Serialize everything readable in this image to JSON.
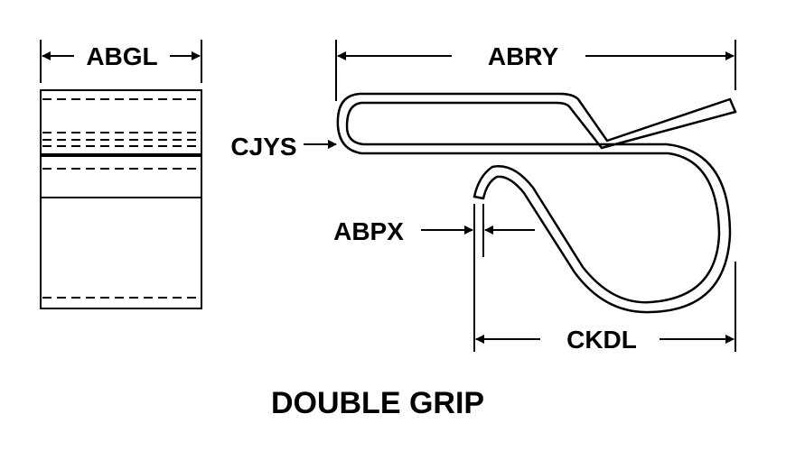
{
  "title": "DOUBLE GRIP",
  "dimensions": {
    "width_side_view": "ABGL",
    "overall_length": "ABRY",
    "bend_radius": "CJYS",
    "material_thickness": "ABPX",
    "grip_opening": "CKDL"
  },
  "colors": {
    "line": "#000000",
    "background": "#ffffff"
  }
}
